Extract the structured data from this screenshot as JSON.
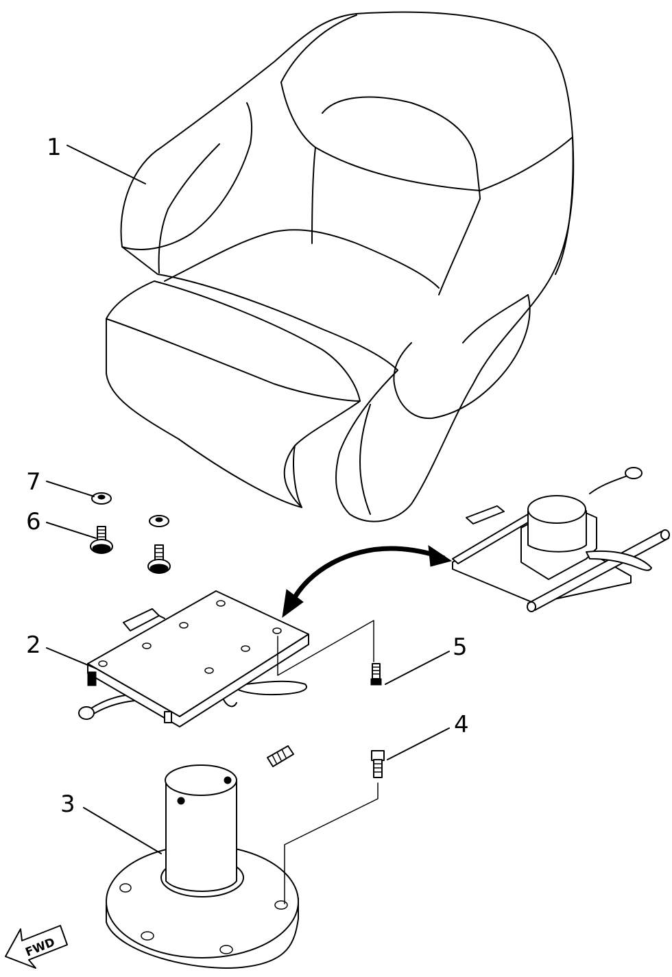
{
  "diagram": {
    "labels": {
      "seat": "1",
      "swivel_slider": "2",
      "pedestal_base": "3",
      "base_bolt": "4",
      "swivel_bolt": "5",
      "seat_bolt": "6",
      "seat_washer": "7"
    },
    "fwd_arrow_text": "FWD"
  }
}
